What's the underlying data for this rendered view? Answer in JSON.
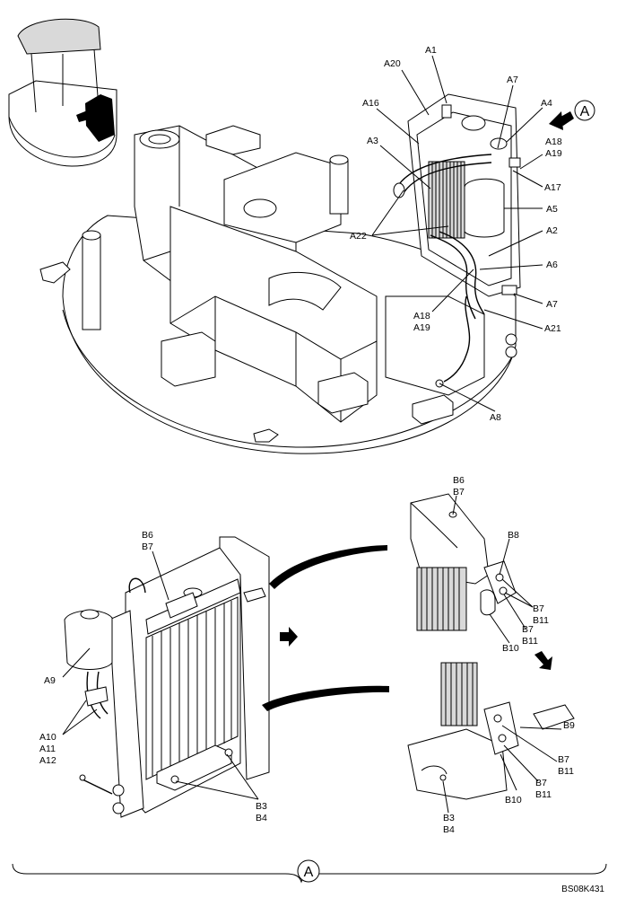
{
  "labels": {
    "A1": "A1",
    "A2": "A2",
    "A3": "A3",
    "A4": "A4",
    "A5": "A5",
    "A6": "A6",
    "A7": "A7",
    "A8": "A8",
    "A9": "A9",
    "A10": "A10",
    "A11": "A11",
    "A12": "A12",
    "A16": "A16",
    "A17": "A17",
    "A18": "A18",
    "A19": "A19",
    "A20": "A20",
    "A21": "A21",
    "A22": "A22",
    "B3": "B3",
    "B4": "B4",
    "B6": "B6",
    "B7": "B7",
    "B8": "B8",
    "B9": "B9",
    "B10": "B10",
    "B11": "B11"
  },
  "view_marker": "A",
  "drawing_code": "BS08K431"
}
